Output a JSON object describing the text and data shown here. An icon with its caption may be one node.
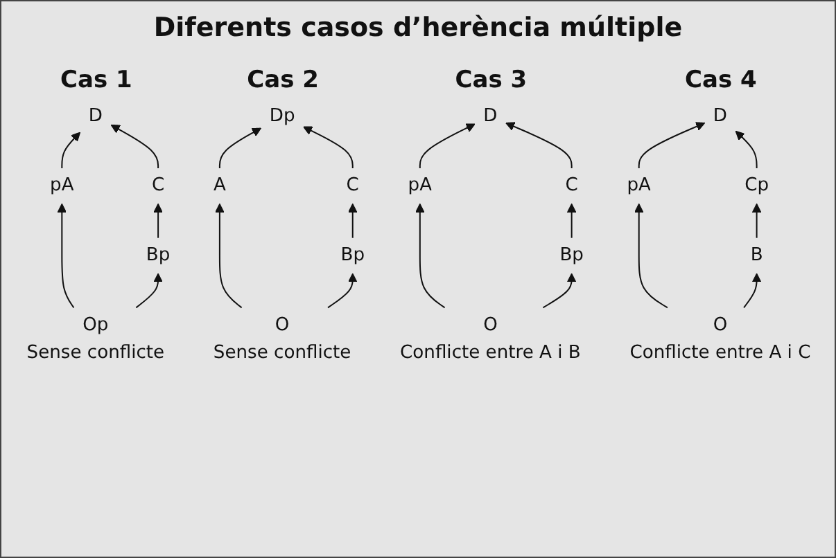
{
  "diagram": {
    "title": "Diferents casos d’herència múltiple",
    "nodes": [
      {
        "text": [
          "D"
        ]
      },
      {
        "text": [
          "C"
        ]
      },
      {
        "text": [
          "pA"
        ]
      },
      {
        "text": [
          "Bp"
        ]
      },
      {
        "text": [
          "Op"
        ],
        "beside": [
          "Sense conflicte"
        ]
      },
      {
        "text": [
          "Dp"
        ]
      },
      {
        "text": [
          "C"
        ]
      },
      {
        "text": [
          "A"
        ]
      },
      {
        "text": [
          "Bp"
        ]
      },
      {
        "text": [
          "O"
        ],
        "beside": [
          "Sense conflicte"
        ]
      },
      {
        "text": [
          "D"
        ]
      },
      {
        "text": [
          "C"
        ]
      },
      {
        "text": [
          "pA"
        ]
      },
      {
        "text": [
          "Bp"
        ]
      },
      {
        "text": [
          "O"
        ],
        "beside": [
          "Conflicte entre A i B"
        ]
      },
      {
        "text": [
          "D"
        ]
      },
      {
        "text": [
          "Cp"
        ]
      },
      {
        "text": [
          "pA"
        ]
      },
      {
        "text": [
          "B"
        ]
      },
      {
        "text": [
          "O"
        ],
        "beside": [
          "Conflicte entre A i C"
        ]
      }
    ],
    "edges": [
      {
        "from": 4,
        "to": 2,
        "arrow": "to"
      },
      {
        "from": 4,
        "to": 3,
        "arrow": "to"
      },
      {
        "from": 2,
        "to": 0,
        "arrow": "to"
      },
      {
        "from": 3,
        "to": 1,
        "arrow": "to"
      },
      {
        "from": 1,
        "to": 0,
        "arrow": "to"
      },
      {
        "from": 9,
        "to": 7,
        "arrow": "to"
      },
      {
        "from": 9,
        "to": 8,
        "arrow": "to"
      },
      {
        "from": 7,
        "to": 5,
        "arrow": "to"
      },
      {
        "from": 8,
        "to": 6,
        "arrow": "to"
      },
      {
        "from": 6,
        "to": 5,
        "arrow": "to"
      },
      {
        "from": 14,
        "to": 12,
        "arrow": "to"
      },
      {
        "from": 14,
        "to": 13,
        "arrow": "to"
      },
      {
        "from": 12,
        "to": 10,
        "arrow": "to"
      },
      {
        "from": 13,
        "to": 11,
        "arrow": "to"
      },
      {
        "from": 11,
        "to": 10,
        "arrow": "to"
      },
      {
        "from": 19,
        "to": 17,
        "arrow": "to"
      },
      {
        "from": 19,
        "to": 18,
        "arrow": "to"
      },
      {
        "from": 17,
        "to": 15,
        "arrow": "to"
      },
      {
        "from": 18,
        "to": 16,
        "arrow": "to"
      },
      {
        "from": 16,
        "to": 15,
        "arrow": "to"
      }
    ],
    "labels": [
      "Cas 1",
      "Cas 2",
      "Cas 3",
      "Cas 4"
    ]
  }
}
